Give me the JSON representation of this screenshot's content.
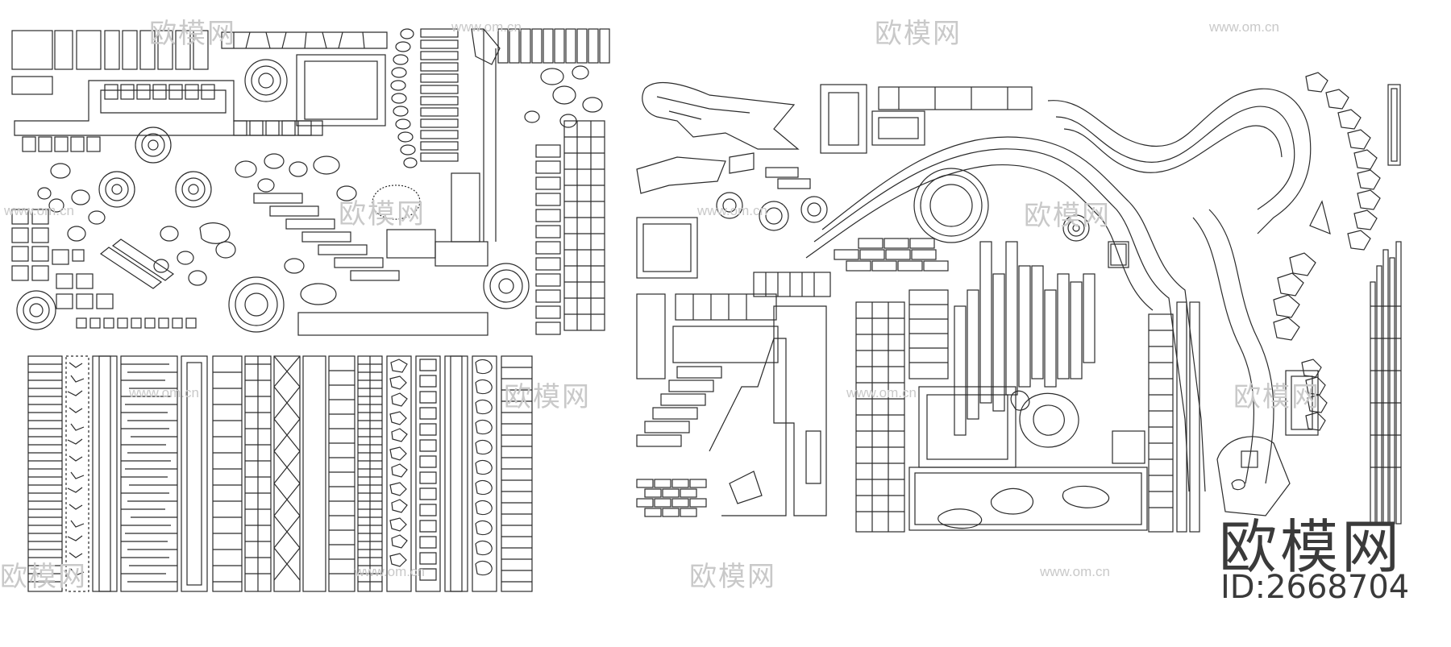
{
  "watermark": {
    "logo_text": "欧模网",
    "url_text": "www.om.cn"
  },
  "brand": {
    "logo_text": "欧模网",
    "id_label": "ID:2668704"
  },
  "drawing": {
    "line_color": "#2b2b2b",
    "panels": [
      "paving-blocks-plan",
      "paving-strips-plan",
      "landscape-plaza-plan"
    ]
  }
}
